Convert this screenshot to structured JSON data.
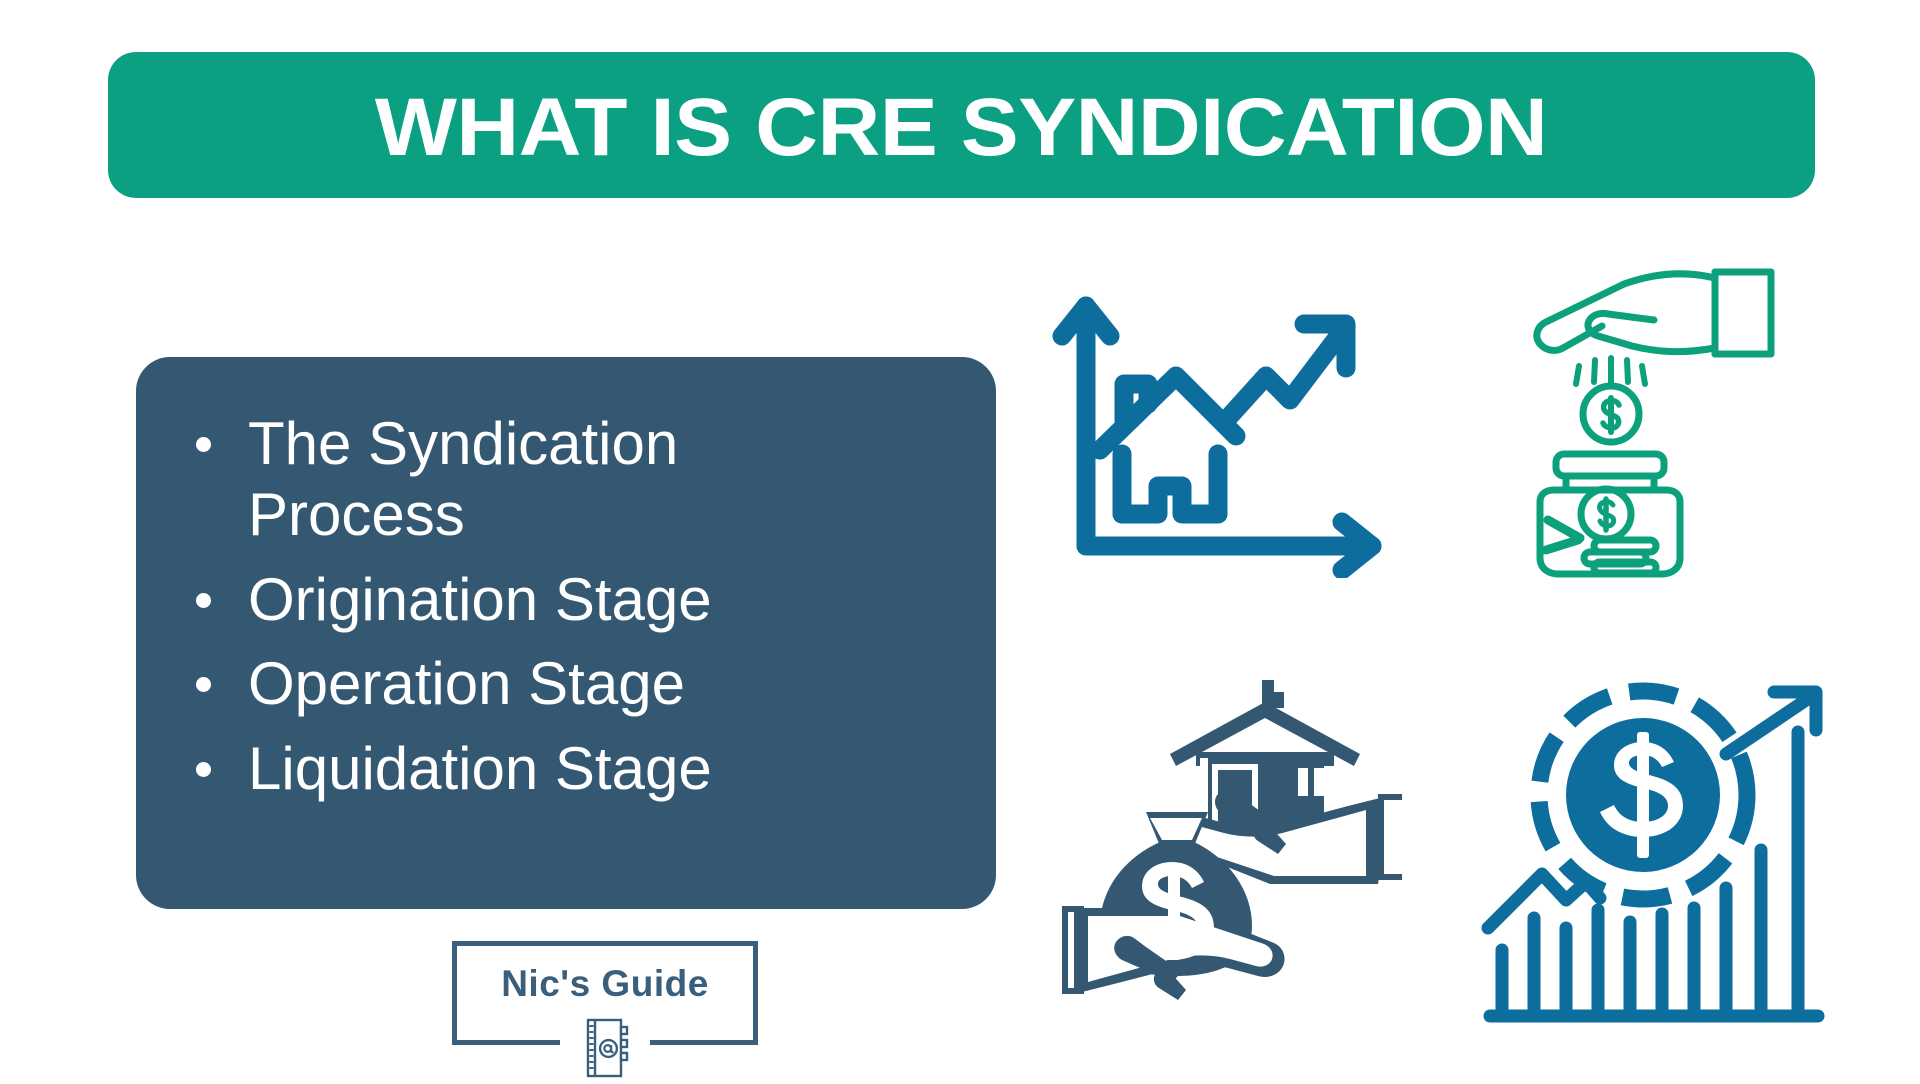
{
  "header": {
    "title": "WHAT IS CRE SYNDICATION",
    "background_color": "#0BA082",
    "text_color": "#FFFFFF"
  },
  "bullet_card": {
    "background_color": "#355872",
    "text_color": "#FFFFFF",
    "items": [
      {
        "label": "The Syndication Process"
      },
      {
        "label": "Origination Stage"
      },
      {
        "label": "Operation Stage"
      },
      {
        "label": "Liquidation Stage"
      }
    ]
  },
  "logo": {
    "brand_name": "Nic's Guide",
    "icon": "address-book-at-icon",
    "color": "#3A5F7D"
  },
  "icons": [
    {
      "name": "house-growth-chart-icon",
      "description": "House with rising trend arrow on X/Y axes",
      "color": "#0D6E9E"
    },
    {
      "name": "hand-coin-savings-jar-icon",
      "description": "Hand dropping a dollar coin into a savings jar filled with coins",
      "color": "#0DA07C"
    },
    {
      "name": "house-for-money-exchange-icon",
      "description": "Two hands exchanging a house for a money bag",
      "color": "#355872"
    },
    {
      "name": "dollar-coin-bar-growth-icon",
      "description": "Dollar coin over ascending bar chart with upward arrow",
      "color": "#0D6E9E"
    }
  ],
  "palette": {
    "green": "#0BA082",
    "navy": "#355872",
    "blue": "#0D6E9E",
    "teal": "#0DA07C",
    "white": "#FFFFFF"
  }
}
